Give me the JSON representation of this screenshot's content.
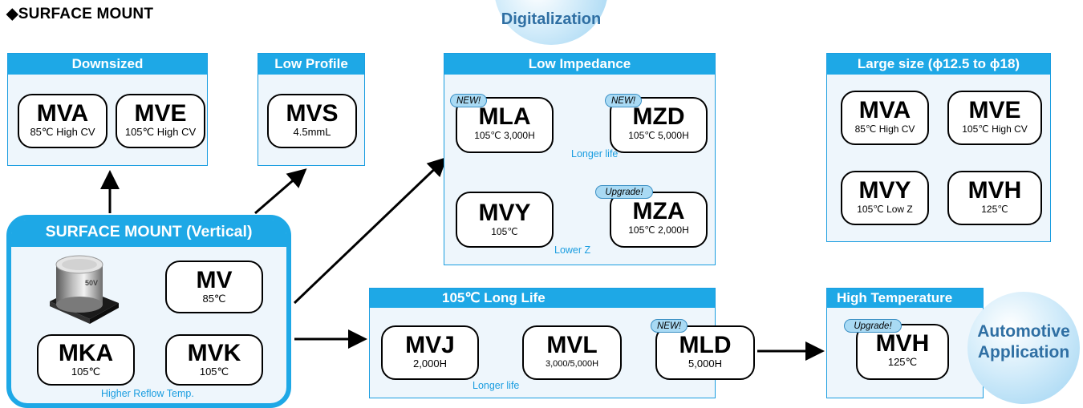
{
  "title": "◆SURFACE MOUNT",
  "circles": {
    "digitalization": "Digitalization",
    "automotive_line1": "Automotive",
    "automotive_line2": "Application"
  },
  "downsized": {
    "header": "Downsized",
    "items": [
      {
        "name": "MVA",
        "sub": "85℃ High CV"
      },
      {
        "name": "MVE",
        "sub": "105℃ High CV"
      }
    ]
  },
  "low_profile": {
    "header": "Low Profile",
    "items": [
      {
        "name": "MVS",
        "sub": "4.5mmL"
      }
    ]
  },
  "low_impedance": {
    "header": "Low Impedance",
    "mla": {
      "name": "MLA",
      "sub": "105℃ 3,000H",
      "badge": "NEW!"
    },
    "mzd": {
      "name": "MZD",
      "sub": "105℃ 5,000H",
      "badge": "NEW!"
    },
    "mvy": {
      "name": "MVY",
      "sub": "105℃"
    },
    "mza": {
      "name": "MZA",
      "sub": "105℃ 2,000H",
      "badge": "Upgrade!"
    },
    "note_life": "Longer life",
    "note_z": "Lower Z"
  },
  "large_size": {
    "header": "Large size (ϕ12.5 to ϕ18)",
    "items": [
      {
        "name": "MVA",
        "sub": "85℃ High CV"
      },
      {
        "name": "MVE",
        "sub": "105℃ High CV"
      },
      {
        "name": "MVY",
        "sub": "105℃  Low Z"
      },
      {
        "name": "MVH",
        "sub": "125℃"
      }
    ]
  },
  "main": {
    "header": "SURFACE MOUNT (Vertical)",
    "mv": {
      "name": "MV",
      "sub": "85℃"
    },
    "mka": {
      "name": "MKA",
      "sub": "105℃"
    },
    "mvk": {
      "name": "MVK",
      "sub": "105℃"
    },
    "note": "Higher Reflow Temp.",
    "cap_label": "50V"
  },
  "long_life": {
    "header": "105℃ Long Life",
    "mvj": {
      "name": "MVJ",
      "sub": "2,000H"
    },
    "mvl": {
      "name": "MVL",
      "sub": "3,000/5,000H"
    },
    "mld": {
      "name": "MLD",
      "sub": "5,000H",
      "badge": "NEW!"
    },
    "note": "Longer life"
  },
  "high_temp": {
    "header": "High Temperature",
    "mvh": {
      "name": "MVH",
      "sub": "125℃",
      "badge": "Upgrade!"
    }
  }
}
